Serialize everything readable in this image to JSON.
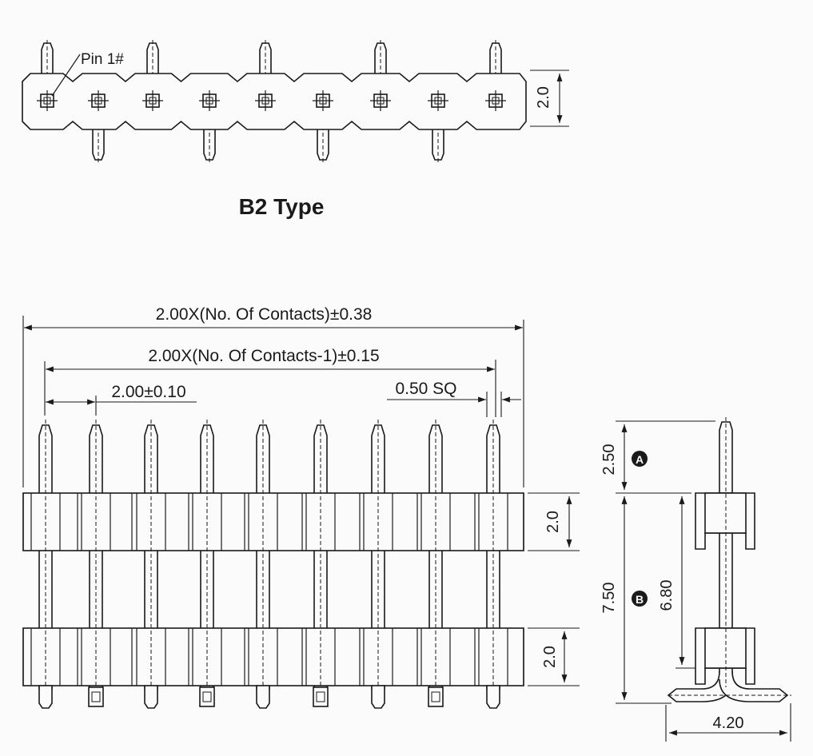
{
  "top_view": {
    "pin1_label": "Pin 1#",
    "pitch_label": "2.0",
    "type_label": "B2 Type"
  },
  "front_view": {
    "overall_label": "2.00X(No. Of Contacts)±0.38",
    "span_label": "2.00X(No. Of Contacts-1)±0.15",
    "pitch_label": "2.00±0.10",
    "pin_size_label": "0.50 SQ",
    "upper_body_label": "2.0",
    "lower_body_label": "2.0"
  },
  "side_view": {
    "a_dim": "2.50",
    "a_marker": "A",
    "b_dim": "7.50",
    "b_marker": "B",
    "inner_dim": "6.80",
    "width_dim": "4.20"
  }
}
